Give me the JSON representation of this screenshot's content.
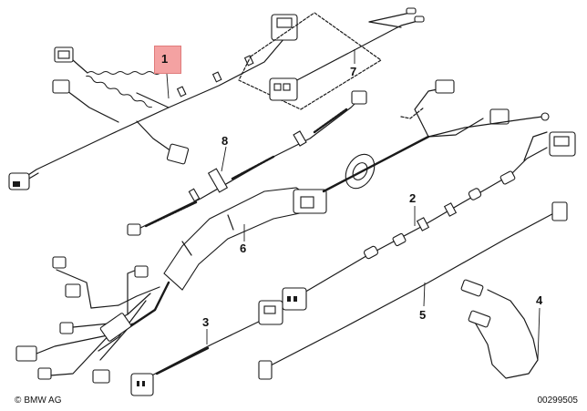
{
  "diagram": {
    "callouts": [
      {
        "id": "callout-1",
        "label": "1",
        "highlighted": true
      },
      {
        "id": "callout-2",
        "label": "2"
      },
      {
        "id": "callout-3",
        "label": "3"
      },
      {
        "id": "callout-4",
        "label": "4"
      },
      {
        "id": "callout-5",
        "label": "5"
      },
      {
        "id": "callout-6",
        "label": "6"
      },
      {
        "id": "callout-7",
        "label": "7"
      },
      {
        "id": "callout-8",
        "label": "8"
      }
    ],
    "highlight_color": "#f4a2a2"
  },
  "footer": {
    "copyright_symbol": "©",
    "brand": "BMW AG",
    "image_number": "00299505"
  }
}
